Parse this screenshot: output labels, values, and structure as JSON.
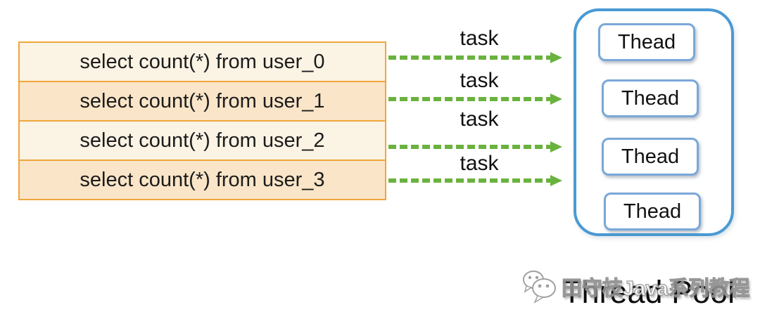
{
  "diagram": {
    "queries": [
      "select count(*) from user_0",
      "select count(*) from user_1",
      "select count(*) from user_2",
      "select count(*) from user_3"
    ],
    "tasks": [
      {
        "label": "task"
      },
      {
        "label": "task"
      },
      {
        "label": "task"
      },
      {
        "label": "task"
      }
    ],
    "thread_pool": {
      "threads": [
        "Thead",
        "Thead",
        "Thead",
        "Thead"
      ],
      "title": "Thread Pool"
    },
    "watermark": {
      "icon": "wechat-icon",
      "text": "田守枝Java系列教程"
    },
    "colors": {
      "query_border": "#F0A63C",
      "query_row_light": "#FBF3E4",
      "query_row_dark": "#FAE5C8",
      "arrow_green": "#6AB23E",
      "pool_border_blue": "#4A9AD4",
      "thread_border_blue": "#7AA7D9"
    }
  }
}
